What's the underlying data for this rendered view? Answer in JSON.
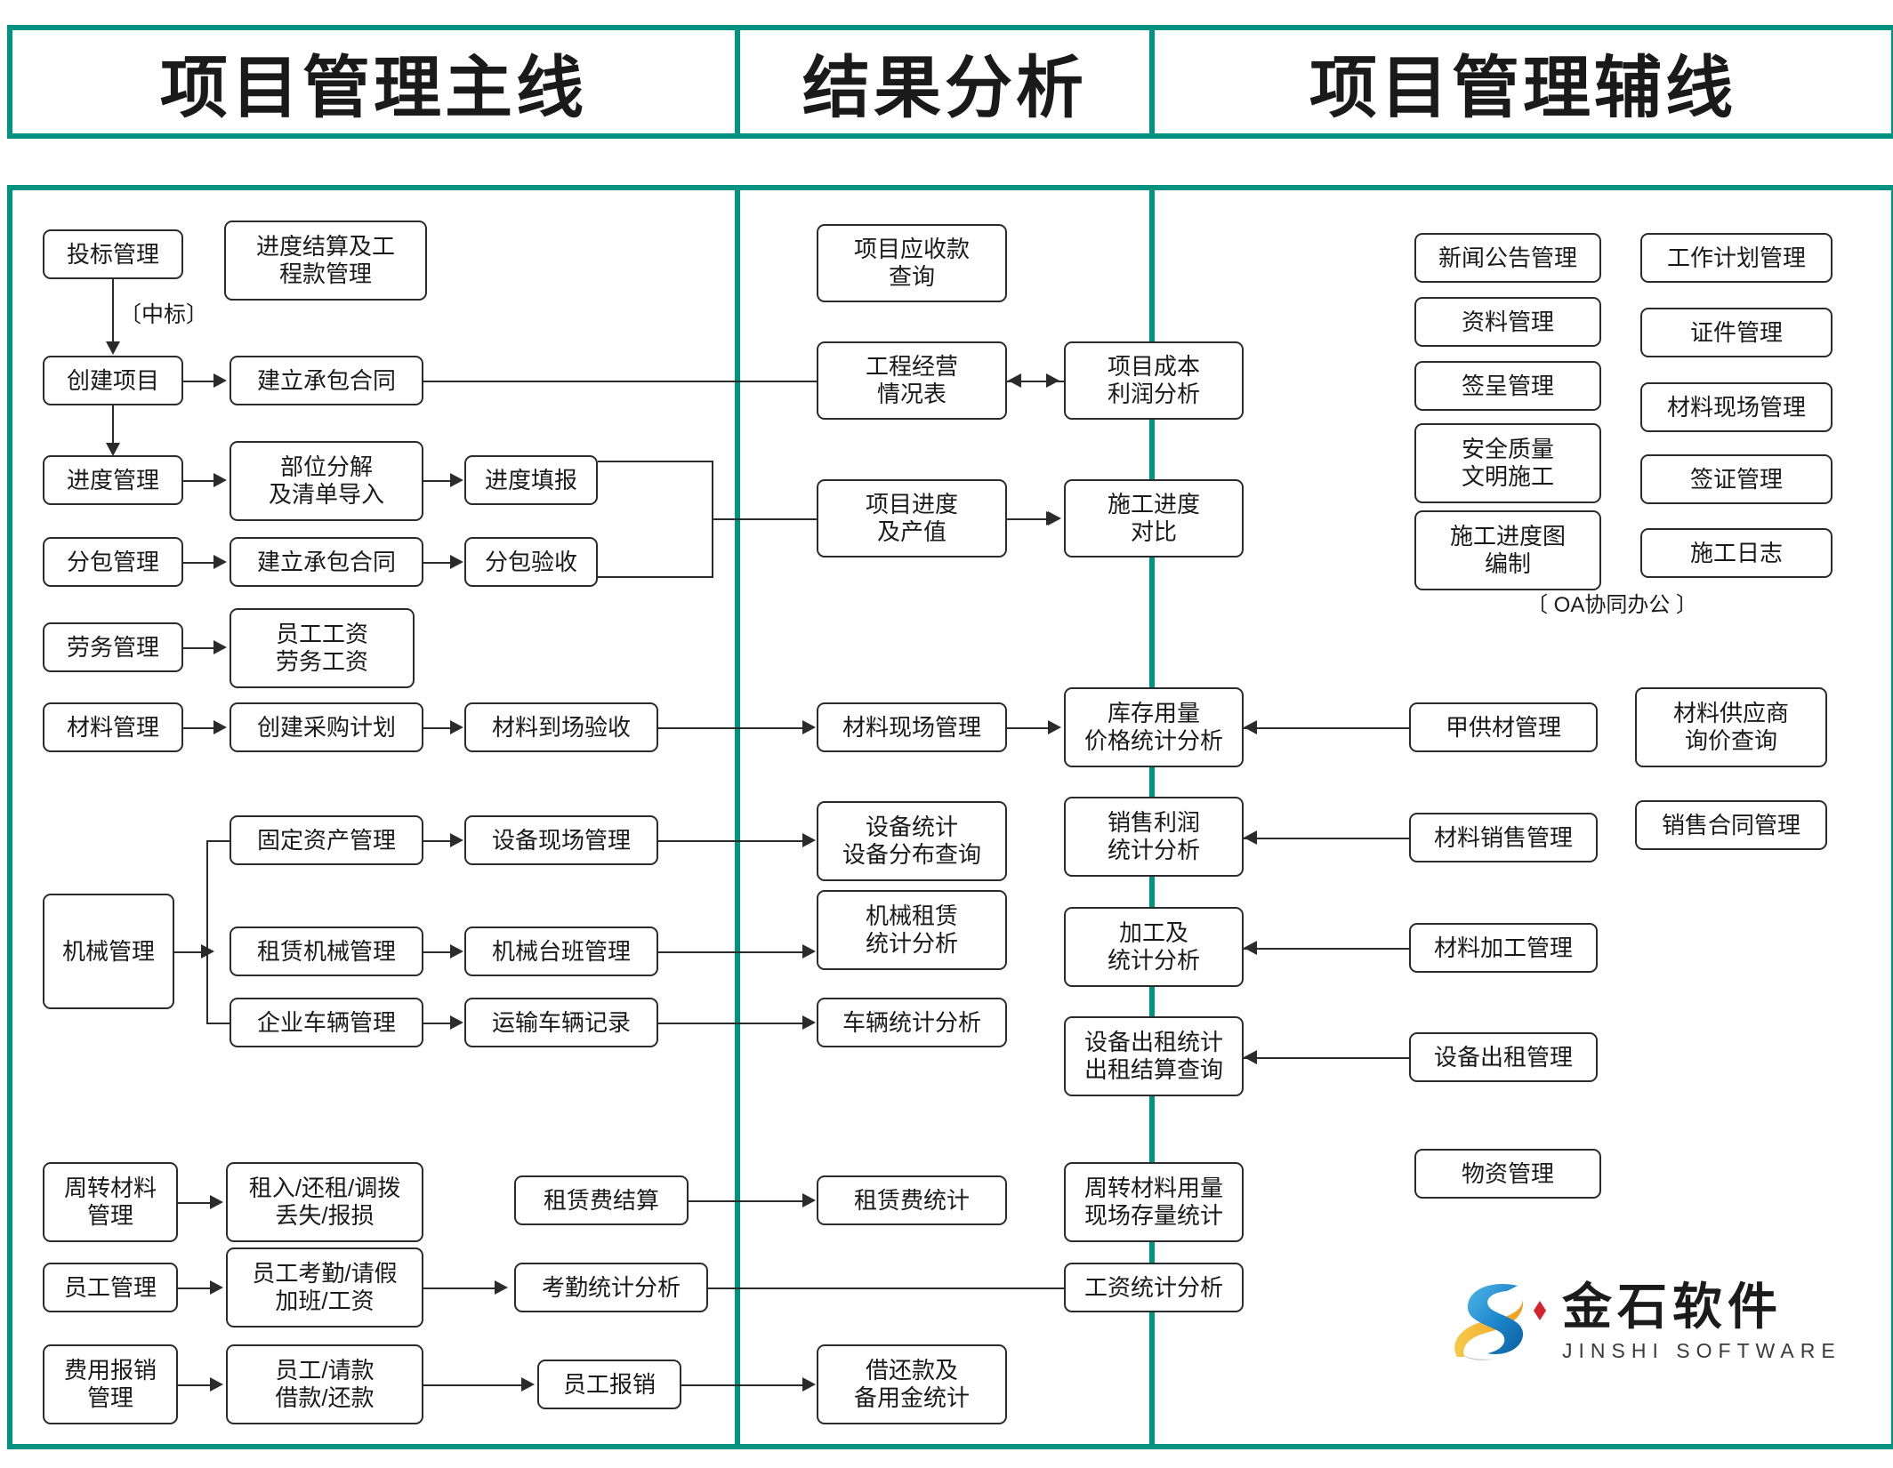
{
  "headers": [
    {
      "title": "项目管理主线"
    },
    {
      "title": "结果分析"
    },
    {
      "title": "项目管理辅线"
    }
  ],
  "columns": {
    "main_line": {
      "nodes": [
        {
          "id": "tender",
          "label": "投标管理"
        },
        {
          "id": "progress-settlement",
          "label": "进度结算及工\n程款管理"
        },
        {
          "id": "create-project",
          "label": "创建项目"
        },
        {
          "id": "contract-1",
          "label": "建立承包合同"
        },
        {
          "id": "progress-mgmt",
          "label": "进度管理"
        },
        {
          "id": "part-decompose",
          "label": "部位分解\n及清单导入"
        },
        {
          "id": "progress-fill",
          "label": "进度填报"
        },
        {
          "id": "subcontract-mgmt",
          "label": "分包管理"
        },
        {
          "id": "contract-2",
          "label": "建立承包合同"
        },
        {
          "id": "subcontract-accept",
          "label": "分包验收"
        },
        {
          "id": "labor-mgmt",
          "label": "劳务管理"
        },
        {
          "id": "staff-wage",
          "label": "员工工资\n劳务工资"
        },
        {
          "id": "material-mgmt",
          "label": "材料管理"
        },
        {
          "id": "create-purchase-plan",
          "label": "创建采购计划"
        },
        {
          "id": "material-arrival-check",
          "label": "材料到场验收"
        },
        {
          "id": "machinery-mgmt",
          "label": "机械管理"
        },
        {
          "id": "fixed-asset-mgmt",
          "label": "固定资产管理"
        },
        {
          "id": "equipment-site-mgmt",
          "label": "设备现场管理"
        },
        {
          "id": "lease-machinery-mgmt",
          "label": "租赁机械管理"
        },
        {
          "id": "machine-shift-mgmt",
          "label": "机械台班管理"
        },
        {
          "id": "company-vehicle-mgmt",
          "label": "企业车辆管理"
        },
        {
          "id": "transport-vehicle-record",
          "label": "运输车辆记录"
        },
        {
          "id": "turnover-material-mgmt",
          "label": "周转材料\n管理"
        },
        {
          "id": "rent-return-transfer",
          "label": "租入/还租/调拨\n丢失/报损"
        },
        {
          "id": "lease-fee-settlement",
          "label": "租赁费结算"
        },
        {
          "id": "employee-mgmt",
          "label": "员工管理"
        },
        {
          "id": "attendance-leave",
          "label": "员工考勤/请假\n加班/工资"
        },
        {
          "id": "attendance-stat",
          "label": "考勤统计分析"
        },
        {
          "id": "expense-reimburse-mgmt",
          "label": "费用报销\n管理"
        },
        {
          "id": "employee-loan",
          "label": "员工/请款\n借款/还款"
        },
        {
          "id": "employee-reimburse",
          "label": "员工报销"
        }
      ],
      "labels": [
        {
          "id": "win-bid",
          "text": "〔中标〕"
        }
      ]
    },
    "result_analysis": {
      "nodes": [
        {
          "id": "project-receivable-query",
          "label": "项目应收款\n查询"
        },
        {
          "id": "eng-operation-table",
          "label": "工程经营\n情况表"
        },
        {
          "id": "project-cost-profit",
          "label": "项目成本\n利润分析"
        },
        {
          "id": "project-progress-output",
          "label": "项目进度\n及产值"
        },
        {
          "id": "construction-progress-compare",
          "label": "施工进度\n对比"
        },
        {
          "id": "material-site-mgmt-mid",
          "label": "材料现场管理"
        },
        {
          "id": "inventory-price-stat",
          "label": "库存用量\n价格统计分析"
        },
        {
          "id": "equipment-stat-dist",
          "label": "设备统计\n设备分布查询"
        },
        {
          "id": "sales-profit-stat",
          "label": "销售利润\n统计分析"
        },
        {
          "id": "machinery-lease-stat",
          "label": "机械租赁\n统计分析"
        },
        {
          "id": "process-stat",
          "label": "加工及\n统计分析"
        },
        {
          "id": "vehicle-stat",
          "label": "车辆统计分析"
        },
        {
          "id": "equipment-rent-stat",
          "label": "设备出租统计\n出租结算查询"
        },
        {
          "id": "lease-fee-stat",
          "label": "租赁费统计"
        },
        {
          "id": "turnover-material-stat",
          "label": "周转材料用量\n现场存量统计"
        },
        {
          "id": "wage-stat",
          "label": "工资统计分析"
        },
        {
          "id": "loan-reserve-stat",
          "label": "借还款及\n备用金统计"
        }
      ]
    },
    "aux_line": {
      "nodes": [
        {
          "id": "news-notice-mgmt",
          "label": "新闻公告管理"
        },
        {
          "id": "work-plan-mgmt",
          "label": "工作计划管理"
        },
        {
          "id": "document-mgmt",
          "label": "资料管理"
        },
        {
          "id": "certificate-mgmt",
          "label": "证件管理"
        },
        {
          "id": "signoff-mgmt",
          "label": "签呈管理"
        },
        {
          "id": "material-site-mgmt-aux",
          "label": "材料现场管理"
        },
        {
          "id": "safety-quality",
          "label": "安全质量\n文明施工"
        },
        {
          "id": "visa-mgmt",
          "label": "签证管理"
        },
        {
          "id": "construction-schedule-chart",
          "label": "施工进度图\n编制"
        },
        {
          "id": "construction-log",
          "label": "施工日志"
        },
        {
          "id": "owner-supplied-material",
          "label": "甲供材管理"
        },
        {
          "id": "material-supplier-quote",
          "label": "材料供应商\n询价查询"
        },
        {
          "id": "material-sales-mgmt",
          "label": "材料销售管理"
        },
        {
          "id": "sales-contract-mgmt",
          "label": "销售合同管理"
        },
        {
          "id": "material-process-mgmt",
          "label": "材料加工管理"
        },
        {
          "id": "equipment-rent-mgmt",
          "label": "设备出租管理"
        },
        {
          "id": "supplies-mgmt",
          "label": "物资管理"
        }
      ],
      "labels": [
        {
          "id": "oa-office",
          "text": "〔 OA协同办公 〕"
        }
      ]
    }
  },
  "logo": {
    "name_cn": "金石软件",
    "name_en": "JINSHI SOFTWARE"
  },
  "colors": {
    "accent": "#009382",
    "line": "#2b2b2b",
    "text": "#1a1a1a"
  }
}
